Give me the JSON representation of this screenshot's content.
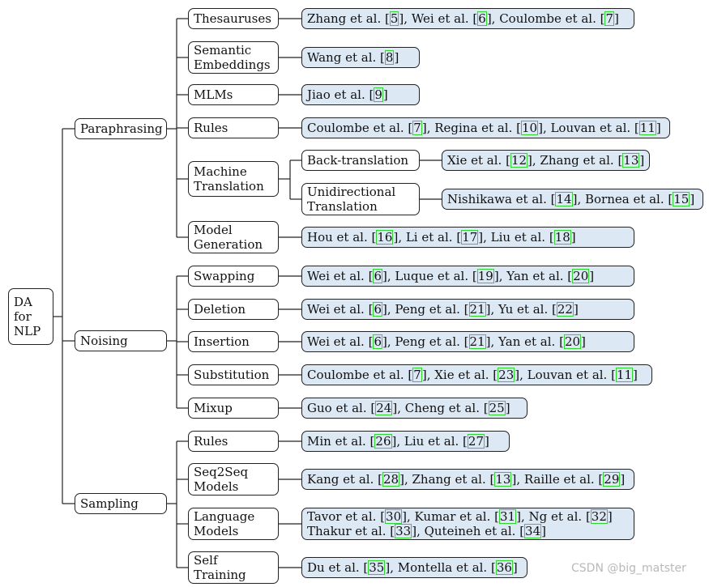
{
  "root": {
    "label": "DA\nfor\nNLP"
  },
  "categories": [
    {
      "label": "Paraphrasing",
      "methods": [
        {
          "label": "Thesauruses",
          "refs": [
            [
              "Zhang et al. ",
              "5"
            ],
            [
              ", Wei et al. ",
              "6"
            ],
            [
              ", Coulombe et al. ",
              "7"
            ]
          ]
        },
        {
          "label": "Semantic\nEmbeddings",
          "refs": [
            [
              "Wang et al. ",
              "8"
            ]
          ]
        },
        {
          "label": "MLMs",
          "refs": [
            [
              "Jiao et al. ",
              "9"
            ]
          ]
        },
        {
          "label": "Rules",
          "refs": [
            [
              "Coulombe et al. ",
              "7"
            ],
            [
              ", Regina et al. ",
              "10"
            ],
            [
              ", Louvan et al. ",
              "11"
            ]
          ]
        },
        {
          "label": "Machine\nTranslation",
          "sub": [
            {
              "label": "Back-translation",
              "refs": [
                [
                  "Xie et al. ",
                  "12"
                ],
                [
                  ", Zhang et al. ",
                  "13"
                ]
              ]
            },
            {
              "label": "Unidirectional\nTranslation",
              "refs": [
                [
                  "Nishikawa et al. ",
                  "14"
                ],
                [
                  ", Bornea et al. ",
                  "15"
                ]
              ]
            }
          ]
        },
        {
          "label": "Model\nGeneration",
          "refs": [
            [
              "Hou et al. ",
              "16"
            ],
            [
              ", Li et al. ",
              "17"
            ],
            [
              ", Liu et al. ",
              "18"
            ]
          ]
        }
      ]
    },
    {
      "label": "Noising",
      "methods": [
        {
          "label": "Swapping",
          "refs": [
            [
              "Wei et al. ",
              "6"
            ],
            [
              ", Luque et al. ",
              "19"
            ],
            [
              ", Yan et al. ",
              "20"
            ]
          ]
        },
        {
          "label": "Deletion",
          "refs": [
            [
              "Wei et al. ",
              "6"
            ],
            [
              ", Peng et al. ",
              "21"
            ],
            [
              ", Yu et al. ",
              "22"
            ]
          ]
        },
        {
          "label": "Insertion",
          "refs": [
            [
              "Wei et al. ",
              "6"
            ],
            [
              ", Peng et al. ",
              "21"
            ],
            [
              ", Yan et al. ",
              "20"
            ]
          ]
        },
        {
          "label": "Substitution",
          "refs": [
            [
              "Coulombe et al. ",
              "7"
            ],
            [
              ", Xie et al. ",
              "23"
            ],
            [
              ", Louvan et al. ",
              "11"
            ]
          ]
        },
        {
          "label": "Mixup",
          "refs": [
            [
              "Guo et al. ",
              "24"
            ],
            [
              ", Cheng et al. ",
              "25"
            ]
          ]
        }
      ]
    },
    {
      "label": "Sampling",
      "methods": [
        {
          "label": "Rules",
          "refs": [
            [
              "Min et al. ",
              "26"
            ],
            [
              ", Liu et al. ",
              "27"
            ]
          ]
        },
        {
          "label": "Seq2Seq\nModels",
          "refs": [
            [
              "Kang et al. ",
              "28"
            ],
            [
              ", Zhang et al. ",
              "13"
            ],
            [
              ", Raille et al.  ",
              "29"
            ]
          ]
        },
        {
          "label": "Language\nModels",
          "refs": [
            [
              "Tavor et al. ",
              "30"
            ],
            [
              ", Kumar et al. ",
              "31"
            ],
            [
              ", Ng et al. ",
              "32"
            ],
            [
              "\nThakur et al. ",
              "33"
            ],
            [
              ", Quteineh et al. ",
              "34"
            ]
          ]
        },
        {
          "label": "Self\nTraining",
          "refs": [
            [
              "Du et al. ",
              "35"
            ],
            [
              ", Montella et al. ",
              "36"
            ]
          ]
        }
      ]
    }
  ],
  "watermark": "CSDN @big_matster"
}
